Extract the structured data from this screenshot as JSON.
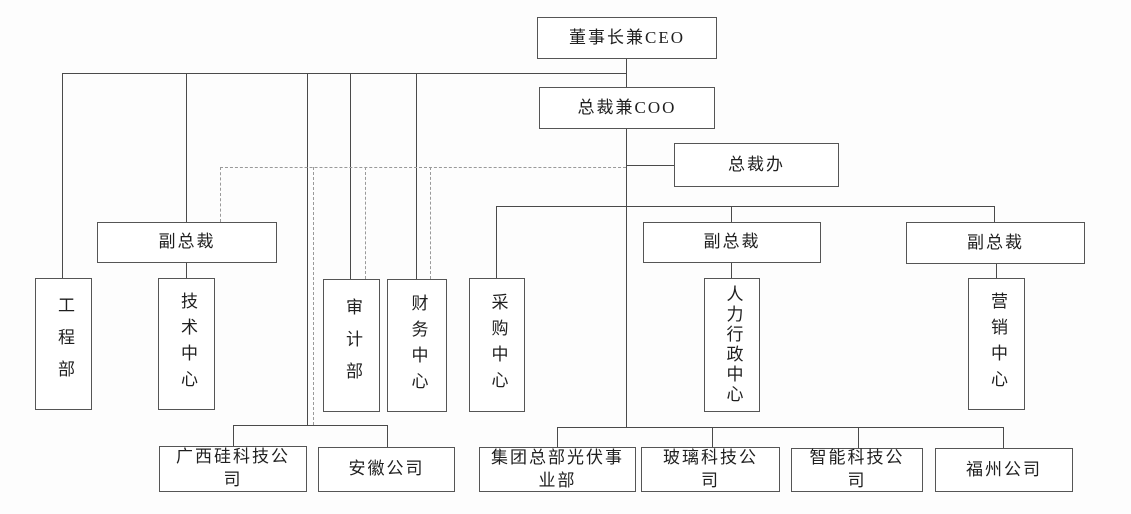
{
  "diagram": {
    "type": "org-chart",
    "colors": {
      "line": "#4a4a4a",
      "dashed_line": "#9a9a9a",
      "box_border": "#555555",
      "box_bg": "#ffffff"
    },
    "nodes": {
      "ceo": {
        "label": "董事长兼CEO"
      },
      "coo": {
        "label": "总裁兼COO"
      },
      "president_office": {
        "label": "总裁办"
      },
      "vp_left": {
        "label": "副总裁"
      },
      "vp_mid": {
        "label": "副总裁"
      },
      "vp_right": {
        "label": "副总裁"
      },
      "engineering_dept": {
        "label": "工程部"
      },
      "tech_center": {
        "label": "技术中心"
      },
      "audit_dept": {
        "label": "审计部"
      },
      "finance_center": {
        "label": "财务中心"
      },
      "procurement_center": {
        "label": "采购中心"
      },
      "hr_admin_center": {
        "label": "人力行政中心"
      },
      "marketing_center": {
        "label": "营销中心"
      },
      "guangxi_silicon_company": {
        "label": "广西硅科技公司"
      },
      "anhui_company": {
        "label": "安徽公司"
      },
      "group_hq_pv_division": {
        "label": "集团总部光伏事业部"
      },
      "glass_tech_company": {
        "label": "玻璃科技公司"
      },
      "smart_tech_company": {
        "label": "智能科技公司"
      },
      "fuzhou_company": {
        "label": "福州公司"
      }
    }
  }
}
